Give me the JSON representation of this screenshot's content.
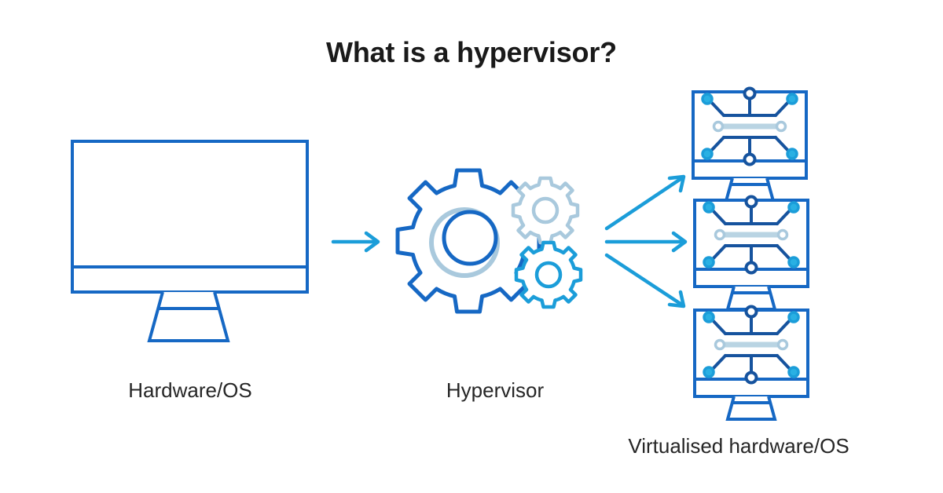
{
  "title": "What is a hypervisor?",
  "labels": {
    "hardware": "Hardware/OS",
    "hypervisor": "Hypervisor",
    "virtualised": "Virtualised hardware/OS"
  },
  "colors": {
    "primary_blue": "#1668c4",
    "dark_blue": "#16539e",
    "cyan": "#1b9dd9",
    "pale_blue": "#a9c9dd",
    "text": "#262626",
    "title_text": "#141414",
    "background": "#ffffff"
  },
  "diagram": {
    "type": "flow",
    "nodes": [
      {
        "id": "hardware-monitor",
        "kind": "monitor-large",
        "label": "Hardware/OS"
      },
      {
        "id": "hypervisor-gears",
        "kind": "gear-cluster",
        "label": "Hypervisor"
      },
      {
        "id": "vm-monitor-1",
        "kind": "monitor-circuit",
        "label": "Virtualised hardware/OS"
      },
      {
        "id": "vm-monitor-2",
        "kind": "monitor-circuit",
        "label": "Virtualised hardware/OS"
      },
      {
        "id": "vm-monitor-3",
        "kind": "monitor-circuit",
        "label": "Virtualised hardware/OS"
      }
    ],
    "edges": [
      {
        "from": "hardware-monitor",
        "to": "hypervisor-gears",
        "style": "arrow-right"
      },
      {
        "from": "hypervisor-gears",
        "to": "vm-monitor-1",
        "style": "arrow-up-right"
      },
      {
        "from": "hypervisor-gears",
        "to": "vm-monitor-2",
        "style": "arrow-right"
      },
      {
        "from": "hypervisor-gears",
        "to": "vm-monitor-3",
        "style": "arrow-down-right"
      }
    ],
    "gears": [
      {
        "id": "gear-large",
        "teeth": 12,
        "color": "#1668c4"
      },
      {
        "id": "gear-small-pale",
        "teeth": 12,
        "color": "#a9c9dd"
      },
      {
        "id": "gear-small-cyan",
        "teeth": 12,
        "color": "#1b9dd9"
      }
    ]
  }
}
